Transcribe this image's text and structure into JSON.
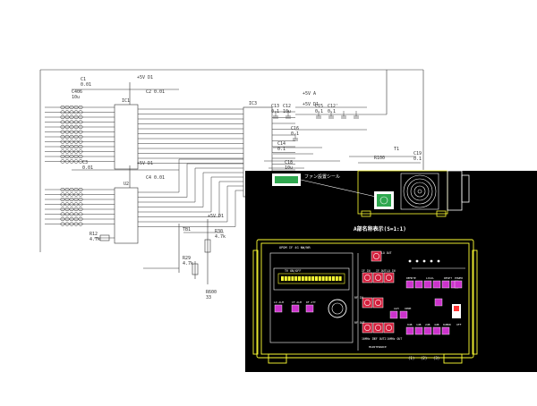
{
  "schematic": {
    "ic_labels": [
      "IC1",
      "U2",
      "IC3"
    ],
    "cap_labels": [
      "C1",
      "C2",
      "C3",
      "C4",
      "C13",
      "C12",
      "C16",
      "C15",
      "C12'",
      "C19",
      "C14",
      "C18"
    ],
    "cap_values": [
      "0.01",
      "0.01",
      "0.01",
      "0.01",
      "0.1",
      "10u",
      "0.1",
      "0.1",
      "0.1",
      "0.1",
      "0.1",
      "10u"
    ],
    "supply_labels": [
      "+5V D1",
      "+5V D1",
      "+5V A",
      "+5V D1",
      "+5V D1"
    ],
    "resistors": [
      {
        "ref": "R12",
        "value": "4.7k"
      },
      {
        "ref": "R30",
        "value": "4.7k"
      },
      {
        "ref": "R29",
        "value": "4.7k"
      },
      {
        "ref": "R600",
        "value": "33"
      }
    ],
    "misc_labels": [
      "C406",
      "10u",
      "T1",
      "TB1",
      "R100"
    ]
  },
  "panel": {
    "title": "A部名称表示(S=1:1)",
    "callout": "ファン設置シール",
    "section_label": "OPDM IF 4G NW/NR",
    "display_caption": "TV ON/OFF",
    "connector_labels": [
      "LO OUT",
      "IF IN",
      "IF OUT",
      "LO IN",
      "RF IN",
      "RF OUT",
      "10MHz IN",
      "IF OUT2",
      "10MHz OUT"
    ],
    "button_labels": [
      "LO ALM",
      "IF ALM",
      "RF ATT",
      "REMOTE",
      "LOCAL",
      "RESET",
      "POWER",
      "ALM",
      "OPDM"
    ],
    "att_labels": [
      "0dB",
      "1dB",
      "2dB",
      "4dB",
      "8dB"
    ],
    "bottom_labels": [
      "MAINTENANCE",
      "ON",
      "OFF"
    ],
    "circled_numbers": [
      "(1)",
      "(2)",
      "(3)"
    ]
  }
}
